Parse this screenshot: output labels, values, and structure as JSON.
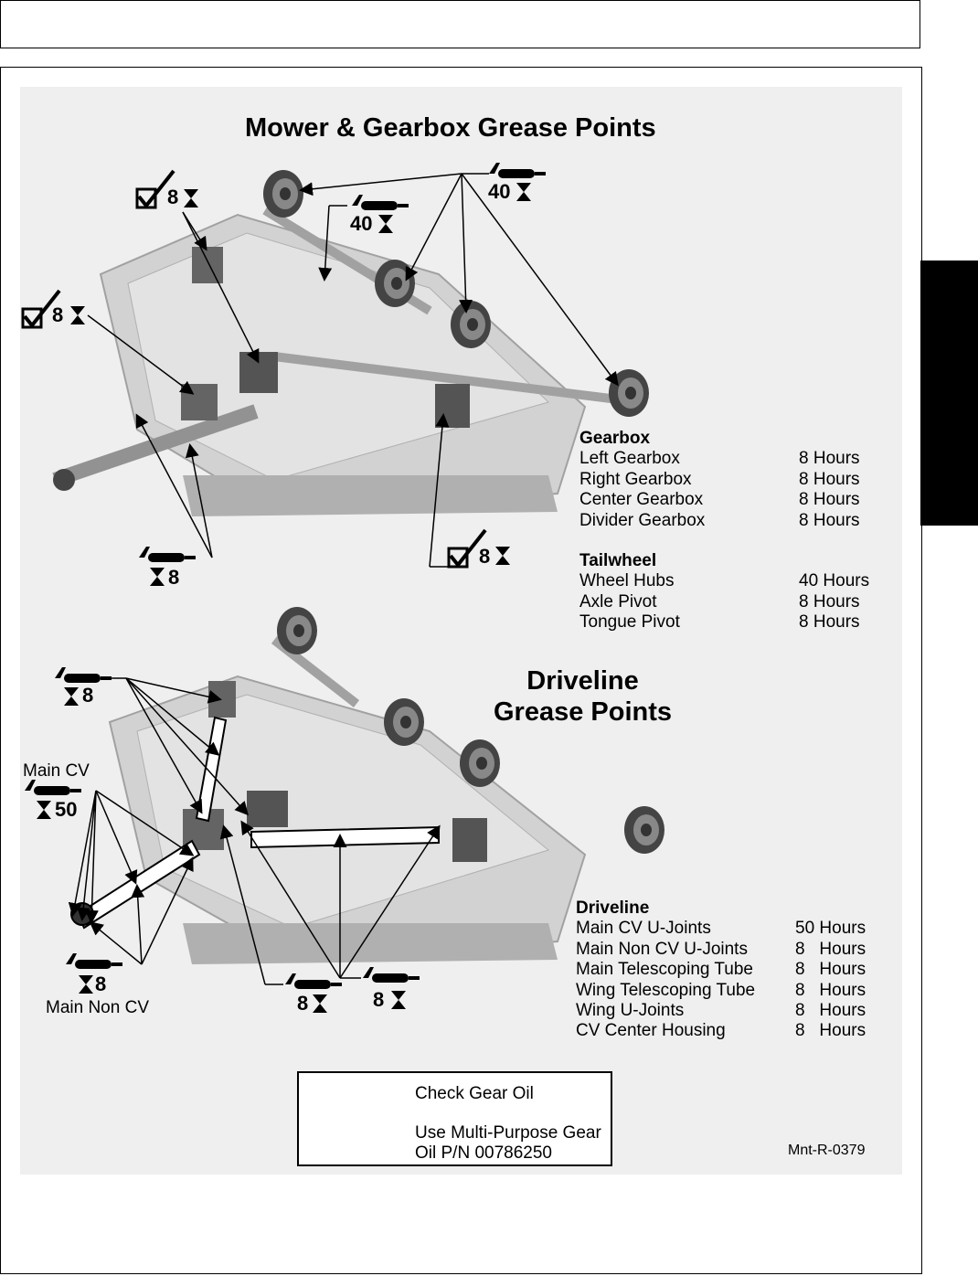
{
  "section1": {
    "title": "Mower & Gearbox Grease Points",
    "callouts": [
      "8",
      "8",
      "40",
      "40",
      "8",
      "8"
    ],
    "gearbox": {
      "heading": "Gearbox",
      "rows": [
        {
          "label": "Left Gearbox",
          "value": "8 Hours"
        },
        {
          "label": "Right Gearbox",
          "value": "8 Hours"
        },
        {
          "label": "Center Gearbox",
          "value": "8 Hours"
        },
        {
          "label": "Divider Gearbox",
          "value": "8 Hours"
        }
      ]
    },
    "tailwheel": {
      "heading": "Tailwheel",
      "rows": [
        {
          "label": "Wheel Hubs",
          "value": "40 Hours"
        },
        {
          "label": "Axle Pivot",
          "value": "8 Hours"
        },
        {
          "label": "Tongue Pivot",
          "value": "8 Hours"
        }
      ]
    }
  },
  "section2": {
    "title": "Driveline Grease Points",
    "title_line1": "Driveline",
    "title_line2": "Grease Points",
    "callouts": [
      "8",
      "50",
      "8",
      "8",
      "8"
    ],
    "main_cv_label": "Main CV",
    "main_non_cv_label": "Main Non CV",
    "driveline": {
      "heading": "Driveline",
      "rows": [
        {
          "label": "Main CV U-Joints",
          "value": "50 Hours"
        },
        {
          "label": "Main Non CV U-Joints",
          "value": "8   Hours"
        },
        {
          "label": "Main Telescoping Tube",
          "value": "8   Hours"
        },
        {
          "label": "Wing Telescoping Tube",
          "value": "8   Hours"
        },
        {
          "label": "Wing U-Joints",
          "value": "8   Hours"
        },
        {
          "label": "CV Center Housing",
          "value": "8   Hours"
        }
      ]
    }
  },
  "legend": {
    "check_label": "Check Gear Oil",
    "grease_label_line1": "Use Multi-Purpose Gear",
    "grease_label_line2": "Oil P/N 00786250"
  },
  "figure_code": "Mnt-R-0379"
}
